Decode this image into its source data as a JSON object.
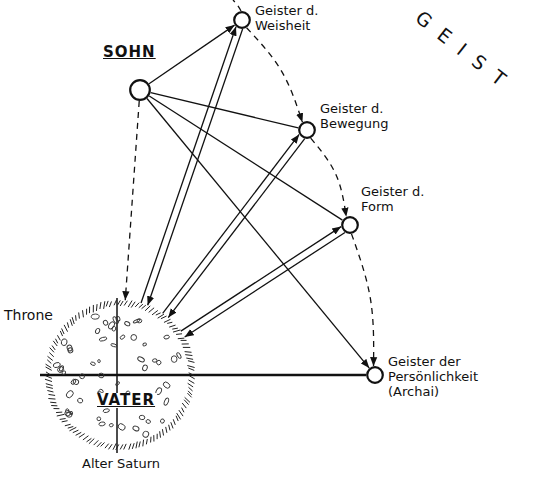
{
  "diagram": {
    "nodes": [
      {
        "text": [
          "SOHN"
        ]
      },
      {
        "text": [
          "Geister d. Weisheit"
        ]
      },
      {
        "text": [
          "Geister d. Bewegung"
        ]
      },
      {
        "text": [
          "Geister d. Form"
        ]
      },
      {
        "text": [
          "Geister der Persönlichkeit (Archai)"
        ]
      },
      {
        "text": [
          "Throne",
          "VATER",
          "Alter Saturn"
        ]
      }
    ],
    "edges": [
      {
        "from": 0,
        "to": 1,
        "arrow": "to"
      },
      {
        "from": 0,
        "to": 2,
        "arrow": "none"
      },
      {
        "from": 0,
        "to": 3,
        "arrow": "none"
      },
      {
        "from": 0,
        "to": 4,
        "arrow": "to"
      },
      {
        "from": 0,
        "to": 5,
        "arrow": "to"
      },
      {
        "from": 5,
        "to": 1,
        "arrow": "to"
      },
      {
        "from": 1,
        "to": 5,
        "arrow": "to"
      },
      {
        "from": 5,
        "to": 2,
        "arrow": "to"
      },
      {
        "from": 2,
        "to": 5,
        "arrow": "to"
      },
      {
        "from": 5,
        "to": 3,
        "arrow": "to"
      },
      {
        "from": 3,
        "to": 5,
        "arrow": "to"
      },
      {
        "from": 1,
        "to": 2,
        "arrow": "to"
      },
      {
        "from": 2,
        "to": 3,
        "arrow": "to"
      },
      {
        "from": 3,
        "to": 4,
        "arrow": "to"
      },
      {
        "from": 5,
        "to": 4,
        "arrow": "none"
      }
    ],
    "labels": [
      "GEIST"
    ]
  }
}
